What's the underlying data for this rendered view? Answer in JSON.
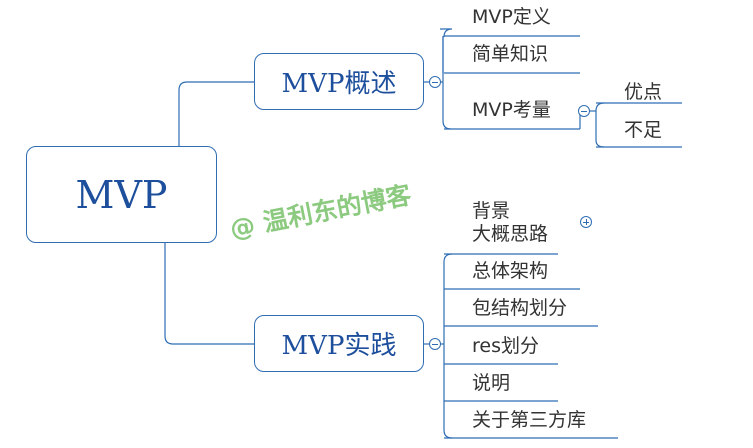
{
  "root": {
    "label": "MVP"
  },
  "branches": [
    {
      "label": "MVP概述",
      "children": [
        "MVP定义",
        "简单知识"
      ],
      "subtopic": {
        "label": "MVP考量",
        "children": [
          "优点",
          "不足"
        ]
      }
    },
    {
      "label": "MVP实践",
      "collapsed_item": {
        "line1": "背景",
        "line2": "大概思路"
      },
      "children": [
        "总体架构",
        "包结构划分",
        "res划分",
        "说明",
        "关于第三方库"
      ]
    }
  ],
  "watermark": "@ 温利东的博客",
  "colors": {
    "node_border": "#2f6db3",
    "node_text": "#1d4f9c",
    "connector": "#2f6db3",
    "watermark": "#78c16a"
  }
}
